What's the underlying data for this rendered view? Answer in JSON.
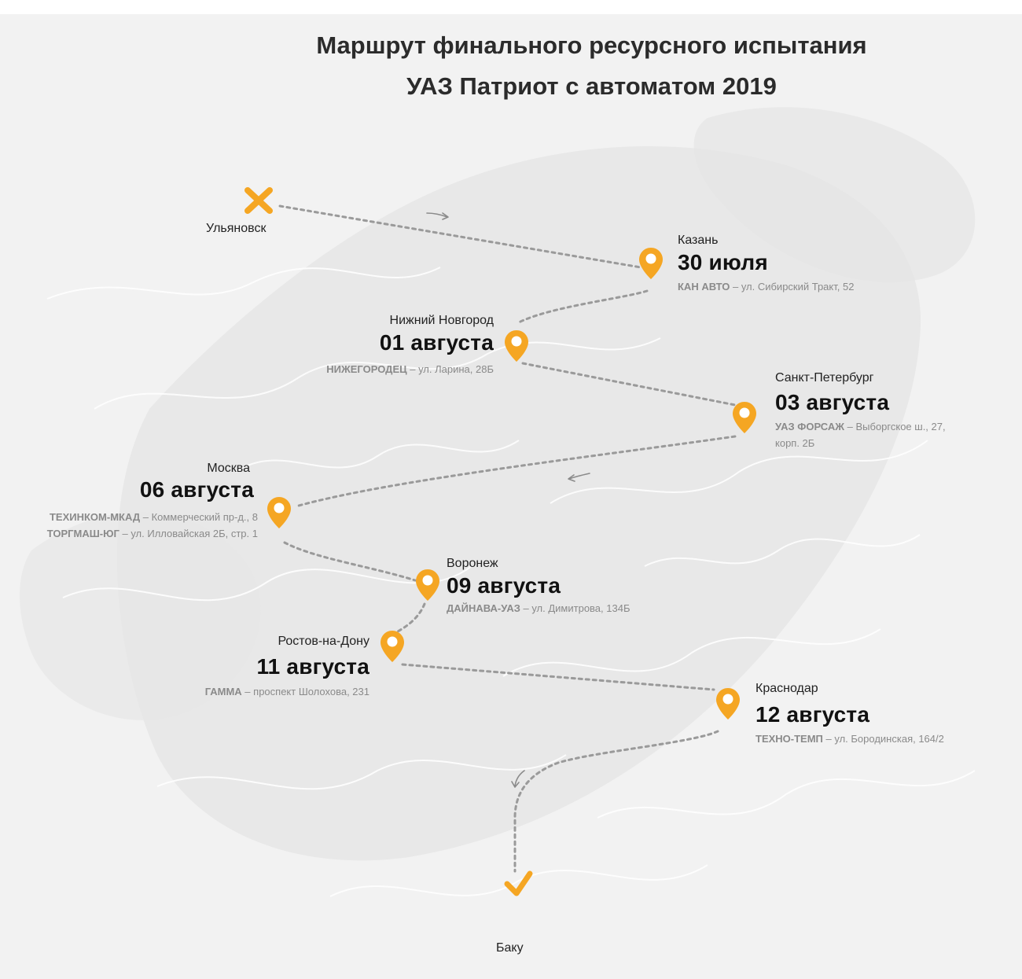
{
  "title": {
    "line1": "Маршрут финального ресурсного испытания",
    "line2": "УАЗ Патриот с автоматом 2019"
  },
  "start": {
    "city": "Ульяновск"
  },
  "finish": {
    "city": "Баку"
  },
  "stops": [
    {
      "city": "Казань",
      "date": "30 июля",
      "dealers": [
        {
          "name": "КАН АВТО",
          "address": "ул. Сибирский Тракт, 52"
        }
      ]
    },
    {
      "city": "Нижний Новгород",
      "date": "01 августа",
      "dealers": [
        {
          "name": "НИЖЕГОРОДЕЦ",
          "address": "ул. Ларина, 28Б"
        }
      ]
    },
    {
      "city": "Санкт-Петербург",
      "date": "03 августа",
      "dealers": [
        {
          "name": "УАЗ ФОРСАЖ",
          "address": "Выборгское ш., 27,",
          "address_cont": "корп. 2Б"
        }
      ]
    },
    {
      "city": "Москва",
      "date": "06 августа",
      "dealers": [
        {
          "name": "ТЕХИНКОМ-МКАД",
          "address": "Коммерческий пр-д., 8"
        },
        {
          "name": "ТОРГМАШ-ЮГ",
          "address": "ул. Илловайская 2Б, стр. 1"
        }
      ]
    },
    {
      "city": "Воронеж",
      "date": "09 августа",
      "dealers": [
        {
          "name": "ДАЙНАВА-УАЗ",
          "address": "ул. Димитрова, 134Б"
        }
      ]
    },
    {
      "city": "Ростов-на-Дону",
      "date": "11 августа",
      "dealers": [
        {
          "name": "ГАММА",
          "address": "проспект Шолохова, 231"
        }
      ]
    },
    {
      "city": "Краснодар",
      "date": "12 августа",
      "dealers": [
        {
          "name": "ТЕХНО-ТЕМП",
          "address": "ул. Бородинская, 164/2"
        }
      ]
    }
  ],
  "separator": " – ",
  "icons": {
    "start": "cross-icon",
    "stop": "map-pin-icon",
    "finish": "checkmark-icon",
    "direction": "arrow-icon"
  },
  "colors": {
    "accent": "#f5a623",
    "route": "#9a9a9a",
    "background": "#f2f2f2",
    "title": "#2b2b2b",
    "dealer": "#8a8a8a"
  }
}
